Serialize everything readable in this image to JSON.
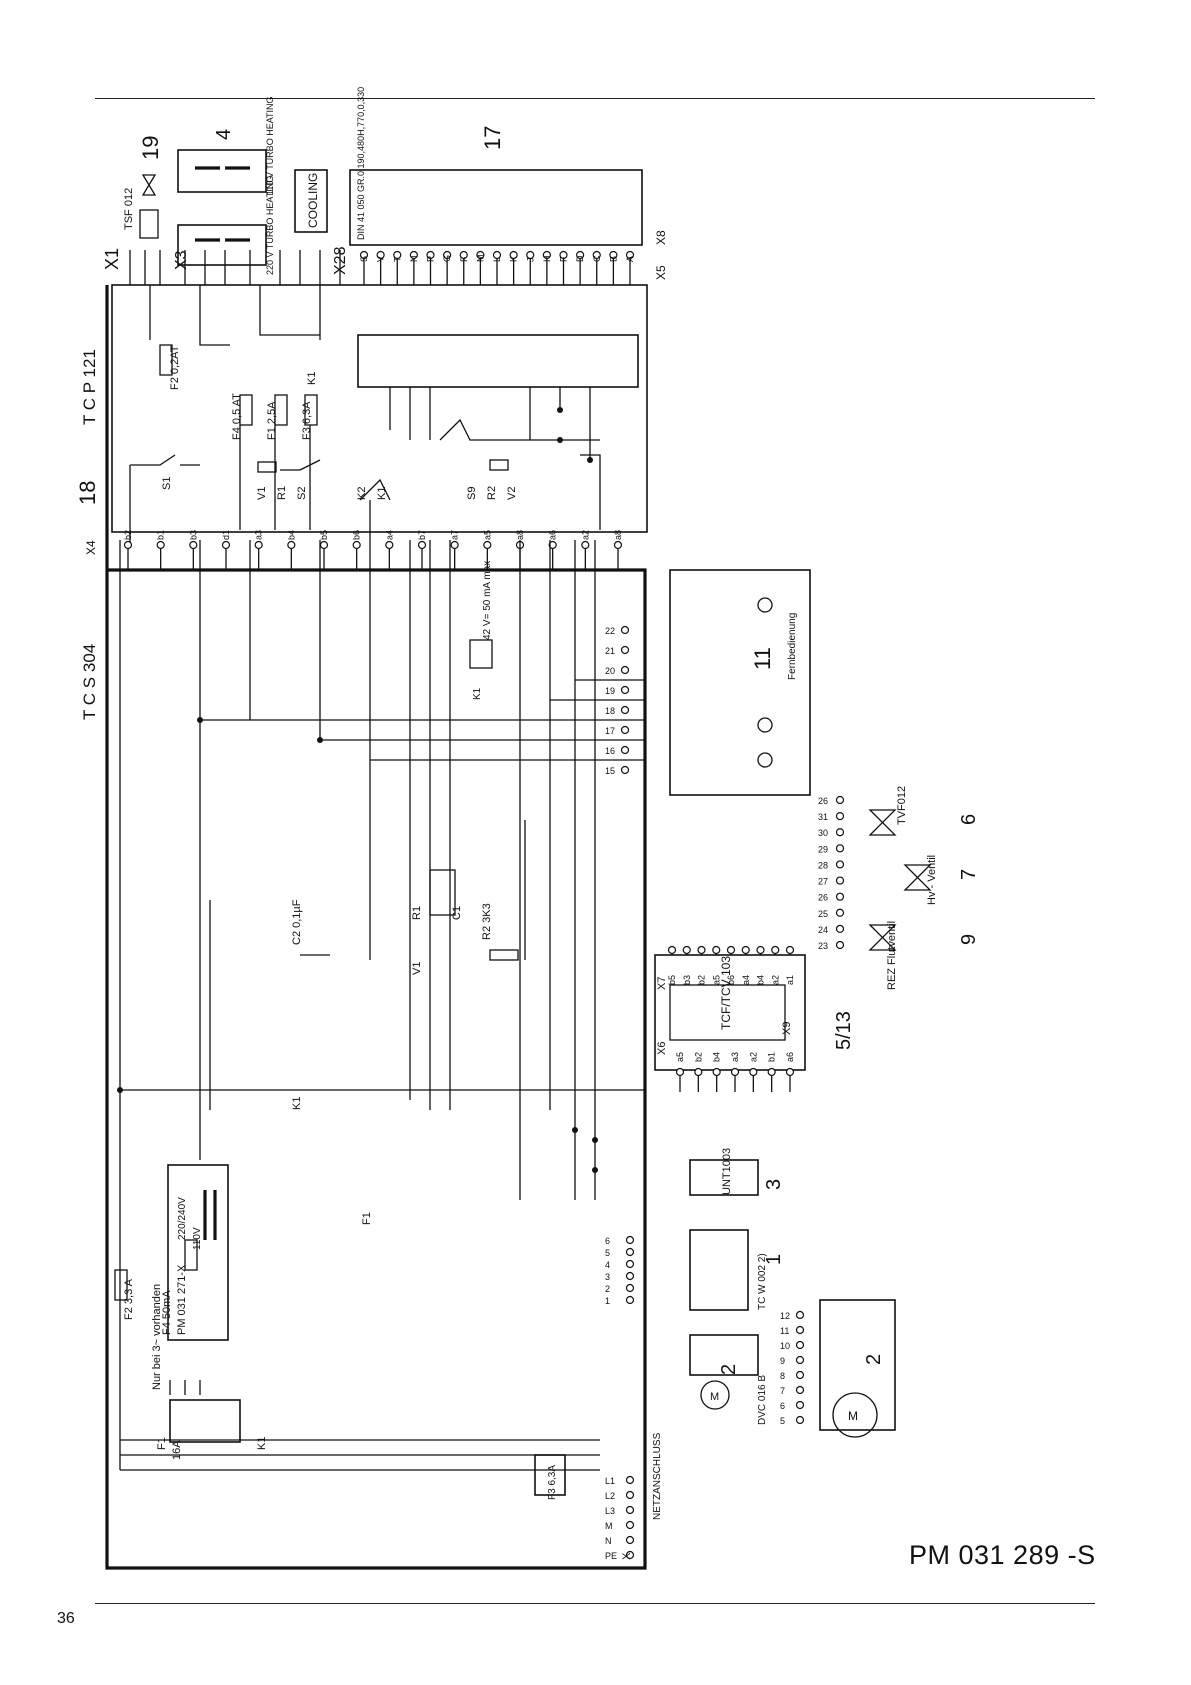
{
  "page": {
    "page_number": "36",
    "document_code": "PM 031 289 -S"
  },
  "modules": {
    "tcp": "T C P 121",
    "tcs": "T C S 304",
    "tcf": "TCF/TCV 103",
    "unt": "UNT1003",
    "tcw": "TC W 002 2)",
    "dvc": "DVC 016 B",
    "pm": "PM 031 271-X",
    "fernbedienung": "Fernbedienung",
    "cooling": "COOLING",
    "heating_220": "220 V TURBO HEATING",
    "heating_110": "110 V TURBO HEATING",
    "tsf": "TSF 012",
    "tvf": "TVF012",
    "hv_ventil": "Hv - Ventil",
    "rez_flutventil": "REZ Flutventil",
    "nur_bei": "Nur bei 3~ vorhanden",
    "netz_anschluss": "NETZANSCHLUSS"
  },
  "connectors": {
    "x1": "X1",
    "x3": "X3",
    "x28": "X28",
    "x8": "X8",
    "x5": "X5",
    "x4": "X4",
    "x6": "X6",
    "x7": "X7",
    "x9": "X9",
    "x": "X"
  },
  "numbers": {
    "n1": "1",
    "n2a": "2",
    "n2b": "2",
    "n3": "3",
    "n4": "4",
    "n513": "5/13",
    "n6": "6",
    "n7": "7",
    "n9": "9",
    "n11": "11",
    "n17": "17",
    "n18": "18",
    "n19": "19"
  },
  "components": {
    "f2": "F2 0,2AT",
    "f4": "F4 0,5 AT",
    "f1": "F1 2,5A",
    "f3": "F3 6,3A",
    "k1": "K1",
    "k2": "K2",
    "s1": "S1",
    "s2": "S2",
    "s9": "S9",
    "v1": "V1",
    "r1": "R1",
    "v2": "V2",
    "r2": "R2",
    "relay_k1": "K1",
    "supply": "42 V= 50 mA max",
    "c2": "C2 0,1µF",
    "r1b": "R1",
    "c1": "C1",
    "v1b": "V1",
    "r2b": "R2 3K3",
    "k1b": "K1",
    "f1b": "F1",
    "f2b": "F2 3,3 A",
    "f1c": "F1",
    "fuse16": "16A",
    "k1c": "K1",
    "f4b": "F4 50mA",
    "v220": "220/240V",
    "v110": "110V"
  },
  "x8_pins": [
    "S",
    "V",
    "T",
    "N",
    "P",
    "G",
    "F",
    "M",
    "L",
    "K",
    "J",
    "H",
    "F",
    "D",
    "C",
    "B",
    "A"
  ],
  "x8_header": "DIN 41 050 GR.0,190,480H,770,0,330",
  "x4_pins": [
    "b2",
    "b1",
    "b3",
    "d1",
    "a3",
    "b4",
    "b5",
    "b6",
    "a4",
    "b7",
    "a7",
    "a5",
    "a8",
    "a6",
    "a2",
    "a8"
  ],
  "tcs_pins": [
    "22",
    "21",
    "20",
    "19",
    "18",
    "17",
    "16",
    "15"
  ],
  "x7_pins": [
    "b5",
    "b3",
    "b2",
    "a5",
    "b6",
    "a4",
    "b4",
    "a2",
    "a1"
  ],
  "x6_pins": [
    "a5",
    "b2",
    "b4",
    "a3",
    "a2",
    "b1",
    "a6"
  ],
  "valve_pins": [
    "26",
    "31",
    "30",
    "29",
    "28",
    "27",
    "26",
    "25",
    "24",
    "23"
  ],
  "tcw_pins": [
    "6",
    "5",
    "4",
    "3",
    "2",
    "1"
  ],
  "dvc_pins": [
    "12",
    "11",
    "10",
    "9",
    "8",
    "7",
    "6",
    "5"
  ],
  "netz_pins": [
    "L1",
    "L2",
    "L3",
    "M",
    "N",
    "PE"
  ],
  "colors": {
    "ink": "#111111",
    "paper": "#ffffff"
  }
}
